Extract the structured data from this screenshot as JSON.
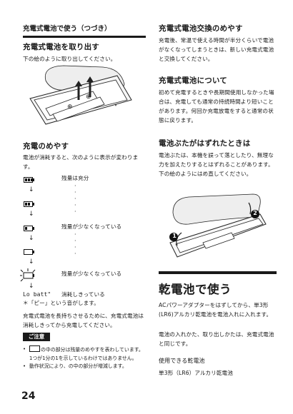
{
  "left": {
    "running_head": "充電式電池で使う（つづき）",
    "remove": {
      "heading": "充電式電池を取り出す",
      "text": "下の絵のように取り出してください。"
    },
    "gauge": {
      "heading": "充電のめやす",
      "text": "電池が消耗すると、次のように表示が変わります。",
      "levels": [
        {
          "label": "残量は充分",
          "segments": 3
        },
        {
          "label": "",
          "segments": 2
        },
        {
          "label": "残量が少なくなっている",
          "segments": 1
        },
        {
          "label": "",
          "segments": 0
        },
        {
          "label": "残量が少なくなっている",
          "segments": 0,
          "blinking": true
        }
      ],
      "lobatt_display": "Lo batt\"",
      "lobatt_desc": "消耗しきっている",
      "beep_note": "＊「ピー」という音がします。",
      "long_life_tip": "充電式電池を長持ちさせるために、充電式電池は消耗しきってから充電してください。"
    },
    "note": {
      "tag": "ご注意",
      "bullets": [
        "の中の部分は残量のめやすを表わしています。1つが1分の1を示しているわけではありません。",
        "動作状況により、の中の部分が増減します。"
      ]
    }
  },
  "right": {
    "replace": {
      "heading": "充電式電池交換のめやす",
      "text": "充電後、常温で使える時間が半分くらいで電池がなくなってしまうときは、新しい充電式電池と交換してください。"
    },
    "about": {
      "heading": "充電式電池について",
      "text": "初めて充電するときや長期間使用しなかった場合は、充電しても通常の持続時間より短いことがあります。何回か充電放電をすると通常の状態に戻ります。"
    },
    "lid": {
      "heading": "電池ぶたがはずれたときは",
      "text": "電池ぶたは、本機を誤って落としたり、無理な力を加えたりするとはずれることがあります。下の絵のようにはめ直してください。",
      "step1": "1",
      "step2": "2"
    },
    "dry": {
      "title": "乾電池で使う",
      "text1": "ACパワーアダプターをはずしてから、単3形(LR6)アルカリ乾電池を電池入れに入れます。",
      "text2": "電池の入れかた、取り出しかたは、充電式電池と同じです。",
      "usable_heading": "使用できる乾電池",
      "usable": "単3形（LR6）アルカリ乾電池"
    }
  },
  "page_number": "24"
}
